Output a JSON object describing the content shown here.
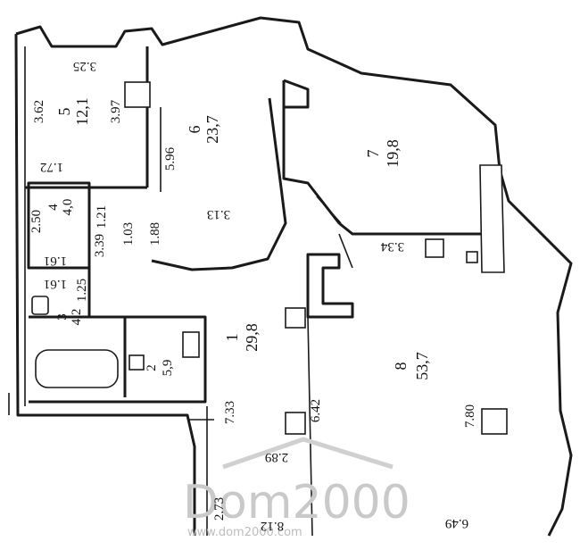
{
  "rooms": [
    {
      "id": "r1",
      "number": "1",
      "area": "29,8"
    },
    {
      "id": "r2",
      "number": "2",
      "area": "5,9"
    },
    {
      "id": "r3",
      "number": "3",
      "area": "4,2"
    },
    {
      "id": "r4",
      "number": "4",
      "area": "4,0"
    },
    {
      "id": "r5",
      "number": "5",
      "area": "12,1"
    },
    {
      "id": "r6",
      "number": "6",
      "area": "23,7"
    },
    {
      "id": "r7",
      "number": "7",
      "area": "19,8"
    },
    {
      "id": "r8",
      "number": "8",
      "area": "53,7"
    }
  ],
  "dimensions": {
    "d362": "3.62",
    "d397": "3.97",
    "d325": "3.25",
    "d172": "1.72",
    "d596": "5.96",
    "d313": "3.13",
    "d250": "2.50",
    "d161a": "1.61",
    "d161b": "1.61",
    "d339": "3.39",
    "d121": "1.21",
    "d188": "1.88",
    "d103": "1.03",
    "d334": "3.34",
    "d733": "7.33",
    "d642": "6.42",
    "d289": "2.89",
    "d780": "7.80",
    "d273": "2.73",
    "d812": "8.12",
    "d649": "6.49",
    "d125": "1.25"
  },
  "watermark": {
    "text": "Dom2000",
    "sub": "www.dom2000.com"
  }
}
